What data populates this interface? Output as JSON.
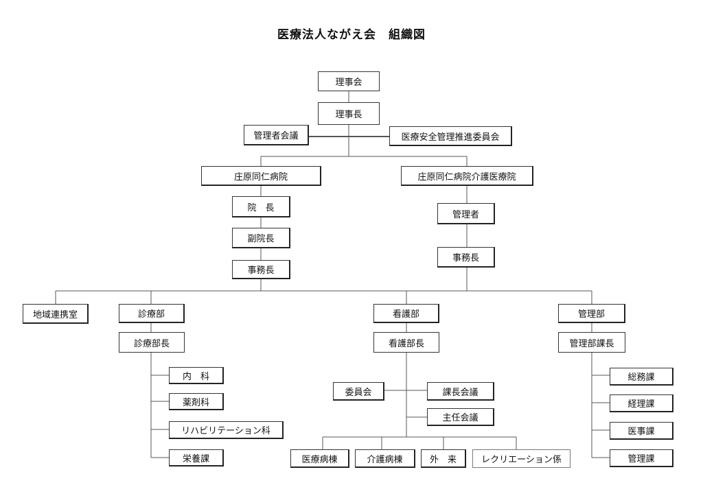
{
  "title": "医療法人ながえ会　組織図",
  "nodes": {
    "rijikai": "理事会",
    "rijicho": "理事長",
    "kanrisha_kaigi": "管理者会議",
    "iryo_anzen": "医療安全管理推進委員会",
    "shobara_hospital": "庄原同仁病院",
    "shobara_kaigo": "庄原同仁病院介護医療院",
    "incho": "院　長",
    "fuku_incho": "副院長",
    "jimucho_1": "事務長",
    "kanrisha": "管理者",
    "jimucho_2": "事務長",
    "chiiki_renkei": "地域連携室",
    "shinryo_bu": "診療部",
    "shinryo_bucho": "診療部長",
    "naika": "内　科",
    "yakuzai": "薬剤科",
    "reha": "リハビリテーション科",
    "eiyo": "栄養課",
    "kango_bu": "看護部",
    "kango_bucho": "看護部長",
    "iinkai": "委員会",
    "kacho_kaigi": "課長会議",
    "shunin_kaigi": "主任会議",
    "iryo_byoto": "医療病棟",
    "kaigo_byoto": "介護病棟",
    "gairai": "外　来",
    "recreation": "レクリエーション係",
    "kanri_bu": "管理部",
    "kanri_bu_kacho": "管理部課長",
    "somu": "総務課",
    "keiri": "経理課",
    "iji": "医事課",
    "kanri_ka": "管理課"
  }
}
